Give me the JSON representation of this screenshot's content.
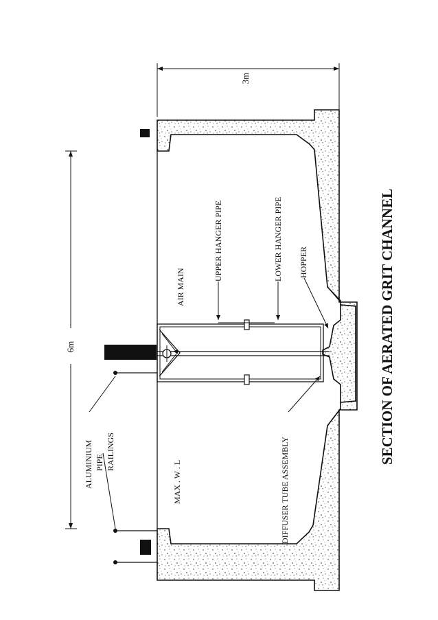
{
  "drawing": {
    "title": "SECTION OF AERATED GRIT CHANNEL",
    "dimensions": {
      "height": "3m",
      "width": "6m"
    },
    "labels": {
      "railings": [
        "ALUMINIUM",
        "PIPE",
        "RAILINGS"
      ],
      "water_level": "MAX . W . L",
      "air_main": "AIR MAIN",
      "upper_pipe": "UPPER HANGER PIPE",
      "lower_pipe": "LOWER HANGER PIPE",
      "hopper": "HOPPER",
      "diffuser": "DIFFUSER TUBE ASSEMBLY"
    },
    "colors": {
      "ink": "#111111",
      "paper": "#ffffff"
    }
  }
}
